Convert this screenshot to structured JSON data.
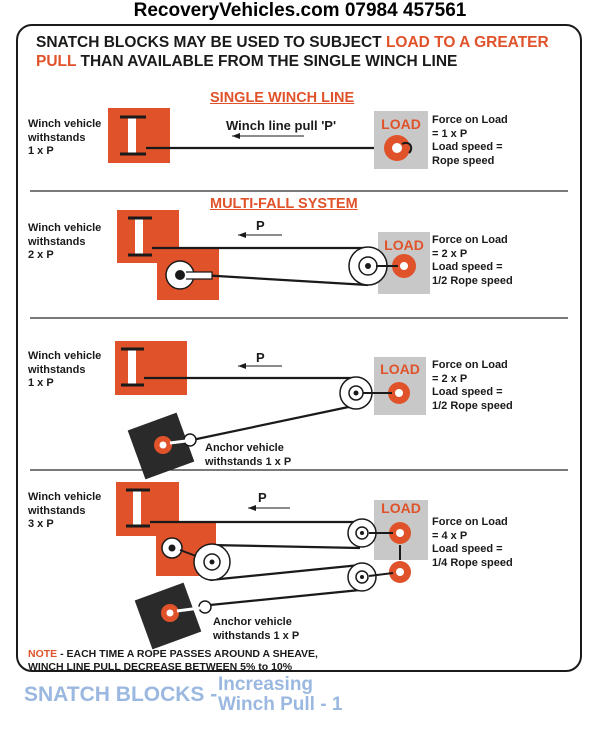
{
  "header": {
    "text": "RecoveryVehicles.com 07984 457561"
  },
  "intro": {
    "part1": "SNATCH BLOCKS MAY BE USED TO SUBJECT ",
    "part2": "LOAD TO A GREATER PULL",
    "part3": " THAN AVAILABLE FROM THE SINGLE WINCH LINE"
  },
  "panels": {
    "single": {
      "title": "SINGLE WINCH LINE",
      "winch": [
        "Winch vehicle",
        "withstands",
        "1 x P"
      ],
      "pull_label": "Winch line pull 'P'",
      "load_label": "LOAD",
      "force": [
        "Force on Load",
        "= 1 x P",
        "Load speed =",
        "Rope speed"
      ]
    },
    "multi": {
      "title": "MULTI-FALL SYSTEM",
      "winch": [
        "Winch vehicle",
        "withstands",
        "2 x P"
      ],
      "pull_label": "P",
      "load_label": "LOAD",
      "force": [
        "Force on Load",
        "= 2 x P",
        "Load speed =",
        "1/2 Rope speed"
      ]
    },
    "anchor1": {
      "winch": [
        "Winch vehicle",
        "withstands",
        "1 x P"
      ],
      "pull_label": "P",
      "load_label": "LOAD",
      "force": [
        "Force on Load",
        "= 2 x P",
        "Load speed =",
        "1/2 Rope speed"
      ],
      "anchor": [
        "Anchor vehicle",
        "withstands 1 x P"
      ]
    },
    "anchor2": {
      "winch": [
        "Winch vehicle",
        "withstands",
        "3 x P"
      ],
      "pull_label": "P",
      "load_label": "LOAD",
      "force": [
        "Force on Load",
        "= 4 x P",
        "Load speed =",
        "1/4 Rope speed"
      ],
      "anchor": [
        "Anchor vehicle",
        "withstands 1 x P"
      ]
    }
  },
  "note": {
    "key": "NOTE",
    "text": " - EACH TIME A ROPE PASSES AROUND A SHEAVE, WINCH LINE PULL DECREASE BETWEEN 5% to 10%"
  },
  "footer": {
    "part1": "SNATCH BLOCKS -",
    "part2": "Increasing",
    "part3": "Winch Pull - 1"
  },
  "colors": {
    "orange": "#e0522a",
    "grey": "#c8c8c8",
    "dark": "#2a2a2a",
    "footer": "#9bb8e0"
  }
}
